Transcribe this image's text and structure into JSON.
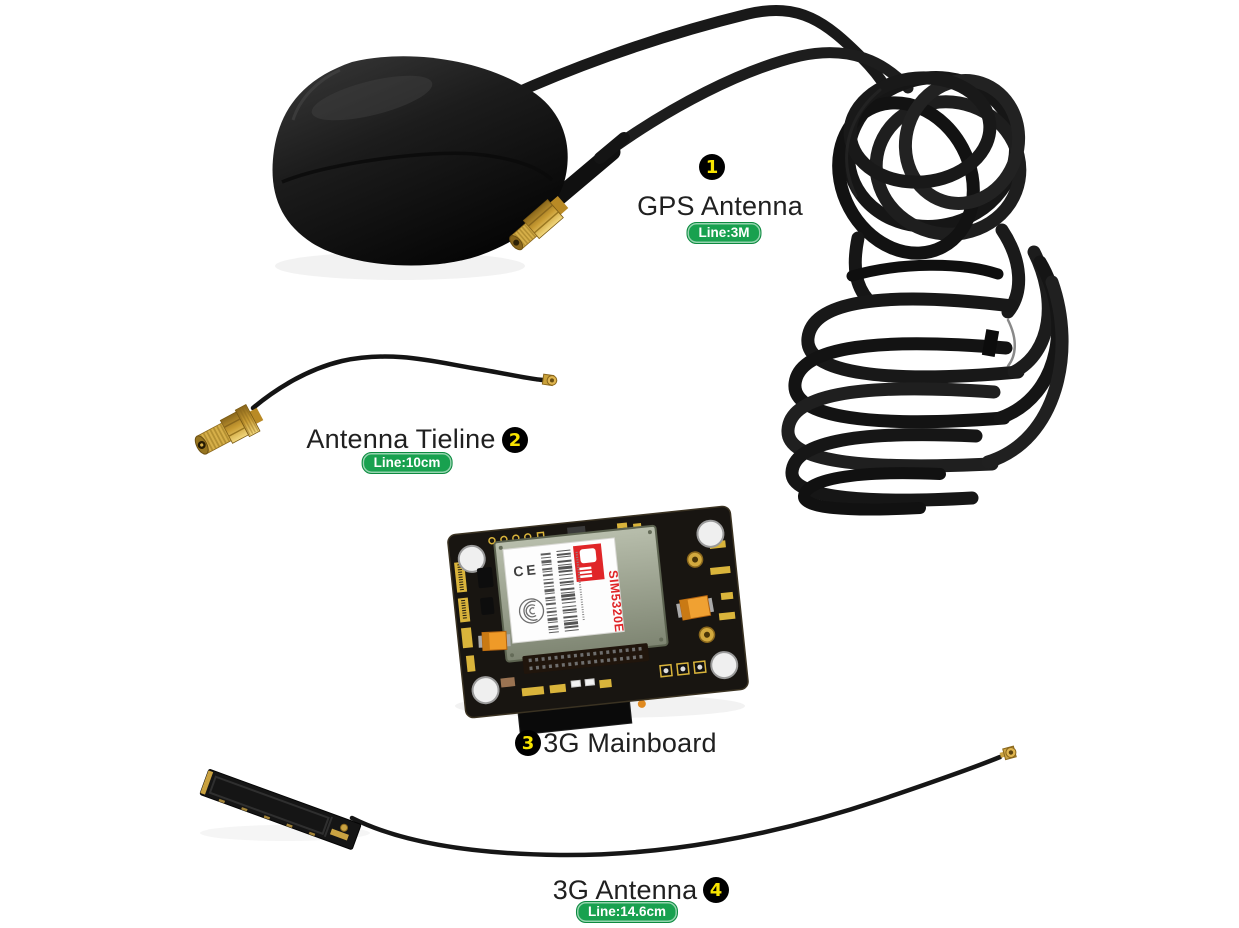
{
  "meta": {
    "description": "Product photo of a 3G/GPS module kit with numbered callouts",
    "background": "#ffffff"
  },
  "callouts": [
    {
      "number": "1",
      "label": "GPS Antenna",
      "line_badge": "Line:3M"
    },
    {
      "number": "2",
      "label": "Antenna Tieline",
      "line_badge": "Line:10cm"
    },
    {
      "number": "3",
      "label": "3G Mainboard",
      "line_badge": ""
    },
    {
      "number": "4",
      "label": "3G Antenna",
      "line_badge": "Line:14.6cm"
    }
  ],
  "mainboard": {
    "module_text": "SIM5320E",
    "ce_text": "CE"
  },
  "colors": {
    "line_badge_bg": "#18a14f",
    "line_badge_text": "#ffffff",
    "callout_bg": "#000000",
    "callout_number": "#f8e400",
    "label_text": "#202020",
    "cable_black": "#1a1a1a",
    "gold": "#caa23a",
    "module_red": "#e02528",
    "pcb_silkscreen_yellow": "#d9b43b"
  }
}
